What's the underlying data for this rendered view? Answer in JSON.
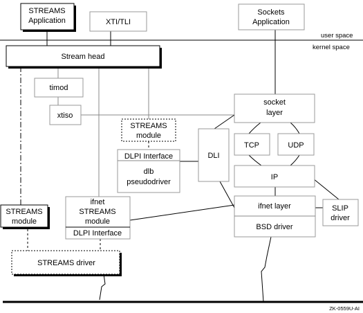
{
  "labels": {
    "streams_app": [
      "STREAMS",
      "Application"
    ],
    "xti_tli": "XTI/TLI",
    "sockets_app": [
      "Sockets",
      "Application"
    ],
    "user_space": "user space",
    "kernel_space": "kernel space",
    "stream_head": "Stream head",
    "timod": "timod",
    "xtiso": "xtiso",
    "streams_module_mid": [
      "STREAMS",
      "module"
    ],
    "dlpi_interface_mid": "DLPI Interface",
    "dlb_pseudodriver": [
      "dlb",
      "pseudodriver"
    ],
    "dli": "DLI",
    "socket_layer": [
      "socket",
      "layer"
    ],
    "tcp": "TCP",
    "udp": "UDP",
    "ip": "IP",
    "ifnet_layer": "ifnet layer",
    "bsd_driver": "BSD driver",
    "slip_driver": [
      "SLIP",
      "driver"
    ],
    "streams_module_left": [
      "STREAMS",
      "module"
    ],
    "ifnet_streams_module": [
      "ifnet",
      "STREAMS",
      "module"
    ],
    "dlpi_interface_low": "DLPI Interface",
    "streams_driver": "STREAMS driver",
    "figure_id": "ZK-0559U-AI"
  }
}
